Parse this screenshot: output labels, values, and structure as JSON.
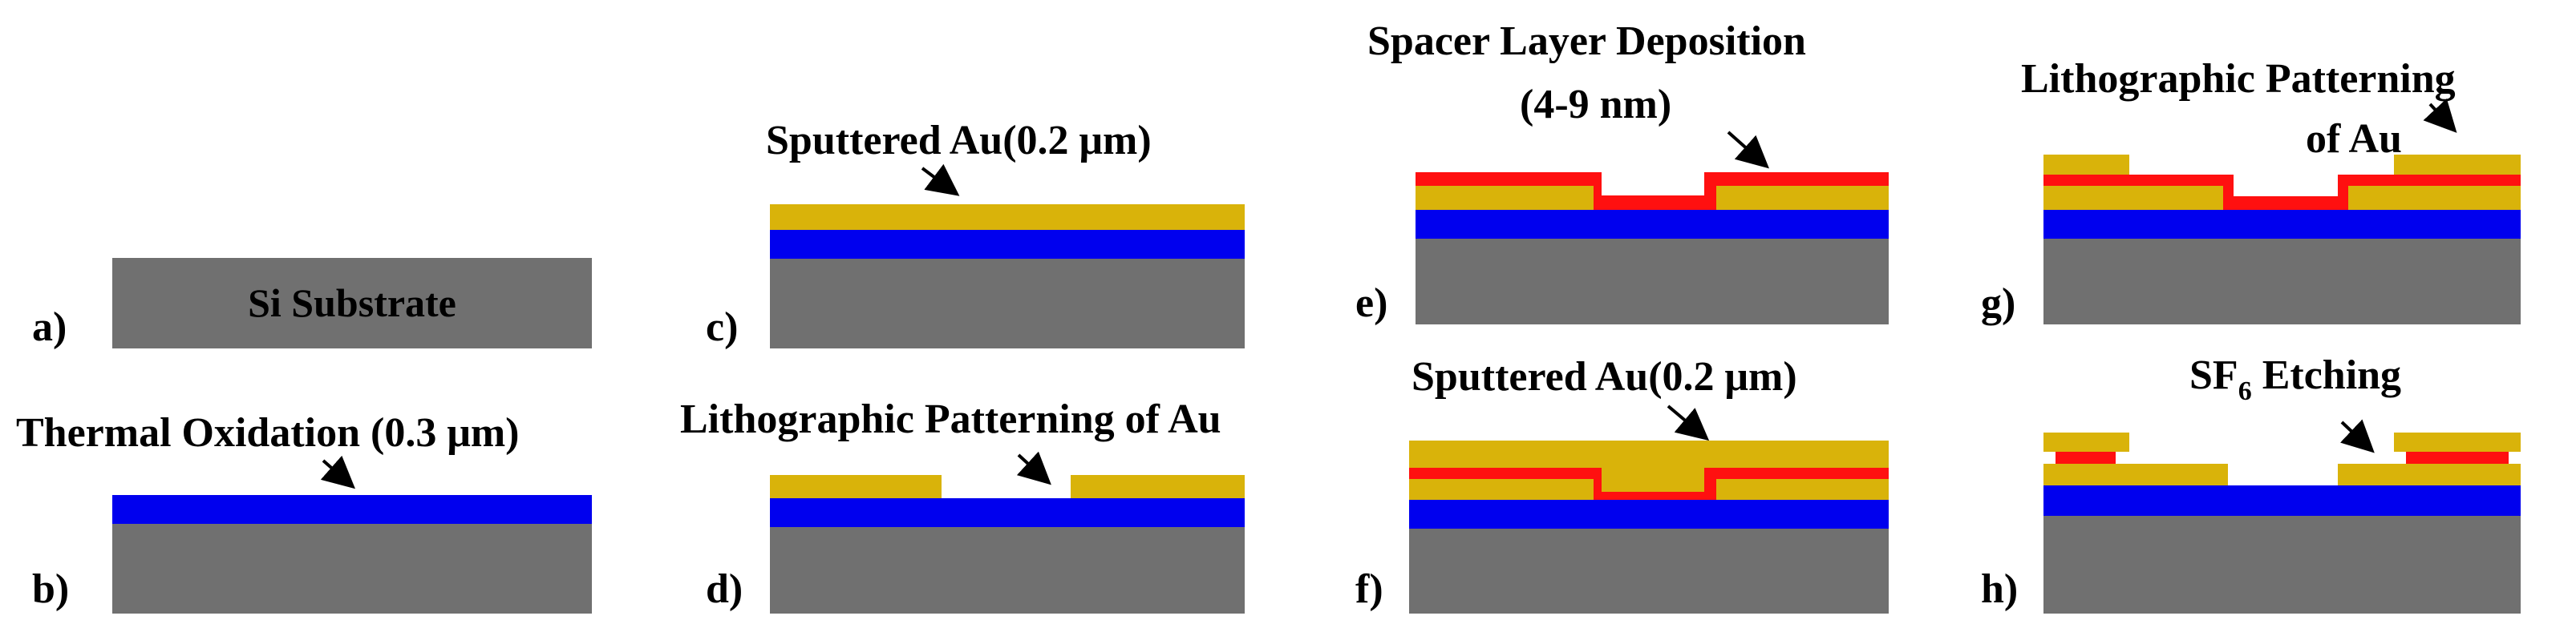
{
  "colors": {
    "silicon": "#707070",
    "oxide": "#0000ee",
    "gold": "#d9b30a",
    "spacer": "#ff1010",
    "arrow": "#000000"
  },
  "panels": {
    "a": {
      "label": "a)",
      "substrate_text": "Si Substrate"
    },
    "b": {
      "label": "b)",
      "caption": "Thermal Oxidation (0.3 μm)"
    },
    "c": {
      "label": "c)",
      "caption": "Sputtered Au(0.2 μm)"
    },
    "d": {
      "label": "d)",
      "caption": "Lithographic Patterning of Au"
    },
    "e": {
      "label": "e)",
      "caption_line1": "Spacer Layer Deposition",
      "caption_line2": "(4-9 nm)"
    },
    "f": {
      "label": "f)",
      "caption": "Sputtered Au(0.2 μm)"
    },
    "g": {
      "label": "g)",
      "caption_line1": "Lithographic Patterning",
      "caption_line2": "of Au"
    },
    "h": {
      "label": "h)",
      "caption_prefix": "SF",
      "caption_sub": "6",
      "caption_suffix": " Etching"
    }
  }
}
